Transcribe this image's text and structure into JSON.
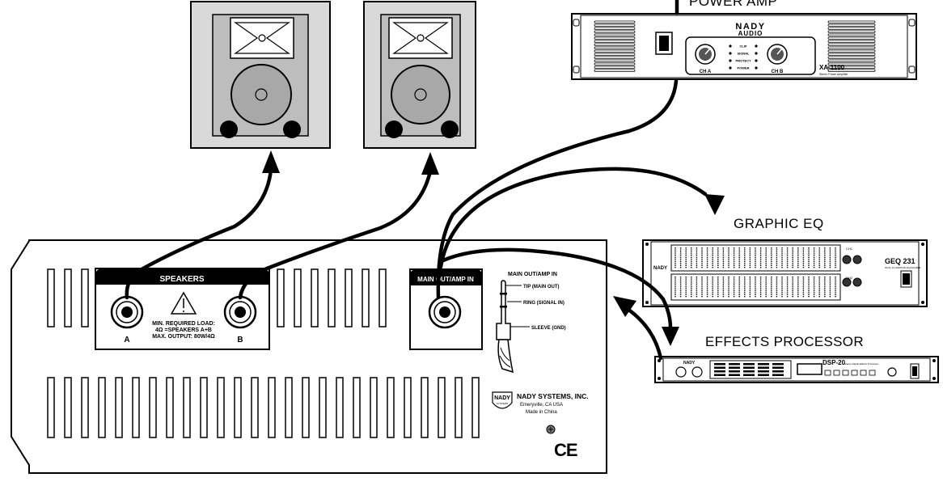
{
  "colors": {
    "ink": "#000000",
    "paper": "#ffffff",
    "speaker_face": "#bdbdbd",
    "speaker_frame": "#d9d9d9",
    "woofer": "#a8a8a8"
  },
  "labels": {
    "power_amp": "POWER AMP",
    "graphic_eq": "GRAPHIC EQ",
    "effects_processor": "EFFECTS PROCESSOR"
  },
  "amp": {
    "brand_line1": "NADY",
    "brand_line2": "AUDIO",
    "indicators": [
      "CLIP",
      "SIGNAL",
      "PROTECT",
      "POWER"
    ],
    "ch_a": "CH A",
    "ch_b": "CH B",
    "model": "XA-1100",
    "model_sub": "Stereo Power Amplifier"
  },
  "eq": {
    "brand": "NADY",
    "model": "GEQ 231",
    "model_sub": "DUAL 31 GRAPHIC EQUALIZER",
    "channel_1": "CH1",
    "channel_2": "CH2"
  },
  "effects": {
    "brand": "NADY",
    "model": "DSP-20",
    "model_sub": "Stereo Digital Effects Processor"
  },
  "panel": {
    "speakers_header": "SPEAKERS",
    "jack_a": "A",
    "jack_b": "B",
    "load_line1": "MIN. REQUIRED LOAD:",
    "load_line2": "4Ω =SPEAKERS A+B",
    "load_line3": "MAX. OUTPUT: 80W/4Ω",
    "main_header": "MAIN OUT/AMP IN",
    "plug_title": "MAIN OUT/AMP IN",
    "tip": "TIP (MAIN OUT)",
    "ring": "RING (SIGNAL IN)",
    "sleeve": "SLEEVE (GND)",
    "company": "NADY SYSTEMS, INC.",
    "city": "Emeryville, CA USA",
    "made_in": "Made in China",
    "logo_text": "NADY",
    "logo_sub": "SYSTEMS",
    "ce_mark": "CE"
  }
}
